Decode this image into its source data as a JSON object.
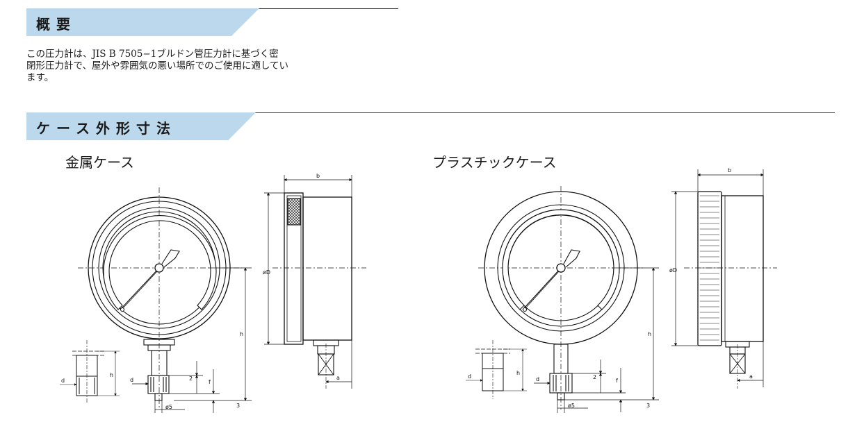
{
  "overview": {
    "title": "概要",
    "lines": [
      "この圧力計は、JIS B 7505−1ブルドン管圧力計に基づく密",
      "閉形圧力計で、屋外や雰囲気の悪い場所でのご使用に適してい",
      "ます。"
    ]
  },
  "case_dimensions": {
    "title": "ケース外形寸法",
    "metal": {
      "label": "金属ケース",
      "dims": {
        "b": "b",
        "D": "øD",
        "h": "h",
        "d": "d",
        "f": "f",
        "t2": "2",
        "t3": "3",
        "a": "a",
        "s5": "ø5"
      }
    },
    "plastic": {
      "label": "プラスチックケース",
      "dims": {
        "b": "b",
        "D": "øD",
        "h": "h",
        "d": "d",
        "f": "f",
        "t2": "2",
        "t3": "3",
        "a": "a",
        "s5": "ø5"
      }
    }
  }
}
